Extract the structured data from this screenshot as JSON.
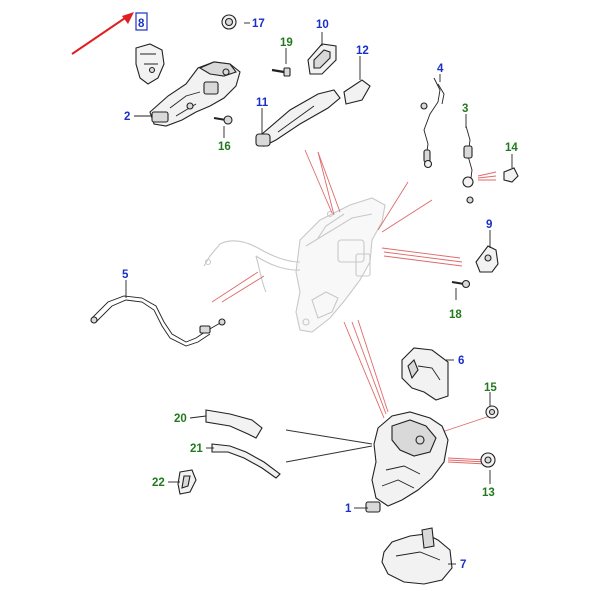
{
  "diagram": {
    "callouts": [
      {
        "id": "c1",
        "label": "1",
        "color": "blue"
      },
      {
        "id": "c2",
        "label": "2",
        "color": "blue"
      },
      {
        "id": "c3",
        "label": "3",
        "color": "green"
      },
      {
        "id": "c4",
        "label": "4",
        "color": "blue"
      },
      {
        "id": "c5",
        "label": "5",
        "color": "blue"
      },
      {
        "id": "c6",
        "label": "6",
        "color": "blue"
      },
      {
        "id": "c7",
        "label": "7",
        "color": "blue"
      },
      {
        "id": "c8",
        "label": "8",
        "color": "blue"
      },
      {
        "id": "c9",
        "label": "9",
        "color": "blue"
      },
      {
        "id": "c10",
        "label": "10",
        "color": "blue"
      },
      {
        "id": "c11",
        "label": "11",
        "color": "blue"
      },
      {
        "id": "c12",
        "label": "12",
        "color": "blue"
      },
      {
        "id": "c13",
        "label": "13",
        "color": "green"
      },
      {
        "id": "c14",
        "label": "14",
        "color": "green"
      },
      {
        "id": "c15",
        "label": "15",
        "color": "green"
      },
      {
        "id": "c16",
        "label": "16",
        "color": "green"
      },
      {
        "id": "c17",
        "label": "17",
        "color": "blue"
      },
      {
        "id": "c18",
        "label": "18",
        "color": "green"
      },
      {
        "id": "c19",
        "label": "19",
        "color": "green"
      },
      {
        "id": "c20",
        "label": "20",
        "color": "green"
      },
      {
        "id": "c21",
        "label": "21",
        "color": "green"
      },
      {
        "id": "c22",
        "label": "22",
        "color": "green"
      }
    ],
    "colors": {
      "blue": "#1a2fc9",
      "green": "#237a1e",
      "highlight_arrow": "#e02020",
      "highlight_box": "#1a2fc9",
      "leader_rays": "#e06a6a"
    },
    "highlighted_callout": "8"
  }
}
